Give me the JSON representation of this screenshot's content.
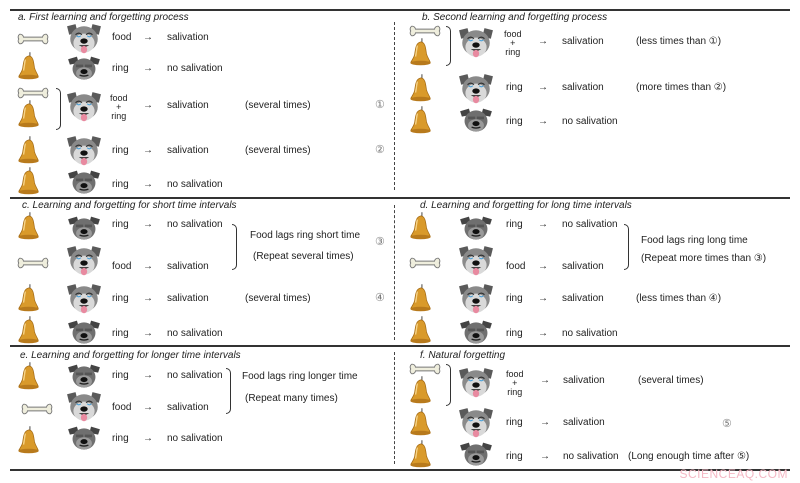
{
  "panels": {
    "a": {
      "title": "a. First learning and forgetting process",
      "rows": [
        {
          "stimulus": "food",
          "arrow": "→",
          "response": "salivation",
          "note": "",
          "mark": ""
        },
        {
          "stimulus": "ring",
          "arrow": "→",
          "response": "no salivation",
          "note": "",
          "mark": ""
        },
        {
          "stimulus_top": "food",
          "stimulus_plus": "+",
          "stimulus_bottom": "ring",
          "arrow": "→",
          "response": "salivation",
          "note": "(several times)",
          "mark": "①"
        },
        {
          "stimulus": "ring",
          "arrow": "→",
          "response": "salivation",
          "note": "(several times)",
          "mark": "②"
        },
        {
          "stimulus": "ring",
          "arrow": "→",
          "response": "no salivation",
          "note": "",
          "mark": ""
        }
      ]
    },
    "b": {
      "title": "b. Second learning and forgetting process",
      "rows": [
        {
          "stimulus_top": "food",
          "stimulus_plus": "+",
          "stimulus_bottom": "ring",
          "arrow": "→",
          "response": "salivation",
          "note": "(less times than ①)"
        },
        {
          "stimulus": "ring",
          "arrow": "→",
          "response": "salivation",
          "note": "(more times than ②)"
        },
        {
          "stimulus": "ring",
          "arrow": "→",
          "response": "no salivation",
          "note": ""
        }
      ]
    },
    "c": {
      "title": "c. Learning and forgetting for short time intervals",
      "rows": [
        {
          "stimulus": "ring",
          "arrow": "→",
          "response": "no salivation"
        },
        {
          "stimulus": "food",
          "arrow": "→",
          "response": "salivation"
        },
        {
          "stimulus": "ring",
          "arrow": "→",
          "response": "salivation",
          "note": "(several times)",
          "mark": "④"
        },
        {
          "stimulus": "ring",
          "arrow": "→",
          "response": "no salivation"
        }
      ],
      "brace_line1": "Food lags ring short time",
      "brace_line2": "(Repeat several times)",
      "brace_mark": "③"
    },
    "d": {
      "title": "d. Learning and forgetting for long time intervals",
      "rows": [
        {
          "stimulus": "ring",
          "arrow": "→",
          "response": "no salivation"
        },
        {
          "stimulus": "food",
          "arrow": "→",
          "response": "salivation"
        },
        {
          "stimulus": "ring",
          "arrow": "→",
          "response": "salivation",
          "note": "(less times than ④)"
        },
        {
          "stimulus": "ring",
          "arrow": "→",
          "response": "no salivation"
        }
      ],
      "brace_line1": "Food lags ring long time",
      "brace_line2": "(Repeat more times than ③)"
    },
    "e": {
      "title": "e. Learning and forgetting for longer time intervals",
      "rows": [
        {
          "stimulus": "ring",
          "arrow": "→",
          "response": "no salivation"
        },
        {
          "stimulus": "food",
          "arrow": "→",
          "response": "salivation"
        },
        {
          "stimulus": "ring",
          "arrow": "→",
          "response": "no salivation"
        }
      ],
      "brace_line1": "Food lags ring longer time",
      "brace_line2": "(Repeat many times)"
    },
    "f": {
      "title": "f. Natural forgetting",
      "rows": [
        {
          "stimulus_top": "food",
          "stimulus_plus": "+",
          "stimulus_bottom": "ring",
          "arrow": "→",
          "response": "salivation",
          "note": "(several times)"
        },
        {
          "stimulus": "ring",
          "arrow": "→",
          "response": "salivation",
          "mark": "⑤"
        },
        {
          "stimulus": "ring",
          "arrow": "→",
          "response": "no salivation",
          "note": "(Long enough time after ⑤)"
        }
      ]
    }
  },
  "icons": {
    "bone": "bone-icon",
    "bell": "bell-icon",
    "dog_happy": "dog-salivating-icon",
    "dog_neutral": "dog-neutral-icon"
  },
  "colors": {
    "bell": "#d99a2b",
    "bone": "#eeeedd",
    "dog_fur": "#6f6f6f",
    "tongue": "#e88aa0",
    "rule": "#333333",
    "watermark": "#f4b8c4"
  },
  "watermark": "SCIENCEAQ.COM"
}
